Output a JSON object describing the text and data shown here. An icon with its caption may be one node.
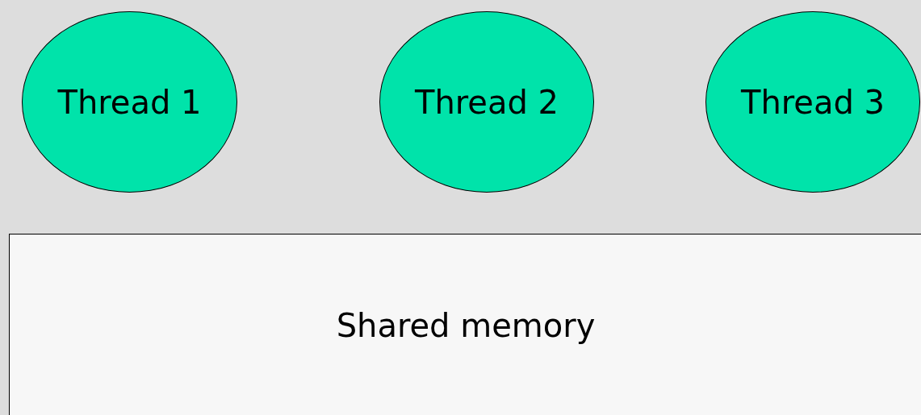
{
  "diagram": {
    "nodes": [
      {
        "text": [
          "Thread 1"
        ]
      },
      {
        "text": [
          "Thread 2"
        ]
      },
      {
        "text": [
          "Thread 3"
        ]
      },
      {
        "text": [
          "Shared memory"
        ]
      }
    ]
  }
}
